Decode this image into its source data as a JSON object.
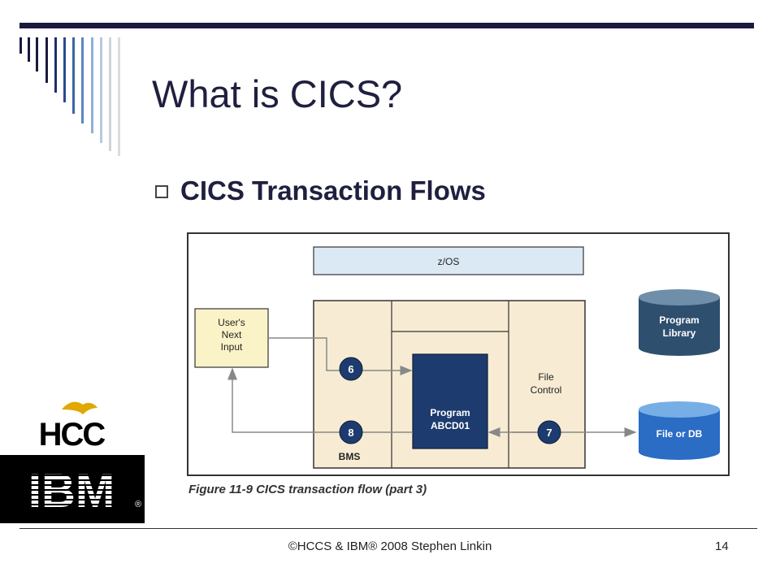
{
  "slide": {
    "title": "What is CICS?",
    "bullet": "CICS Transaction Flows",
    "footer": "©HCCS & IBM® 2008  Stephen Linkin",
    "page_number": "14"
  },
  "diagram": {
    "zos_label": "z/OS",
    "user_input": [
      "User's",
      "Next",
      "Input"
    ],
    "step_6": "6",
    "step_7": "7",
    "step_8": "8",
    "bms_label": "BMS",
    "program": [
      "Program",
      "ABCD01"
    ],
    "file_control": [
      "File",
      "Control"
    ],
    "program_library": [
      "Program",
      "Library"
    ],
    "file_or_db": "File or DB",
    "caption": "Figure 11-9   CICS transaction flow (part 3)"
  },
  "logos": {
    "hcc_text": "HCC",
    "ibm_text": "IBM",
    "ibm_mark": "®"
  },
  "colors": {
    "title": "#1f1f3f",
    "zos_bar": "#dbe9f5",
    "cics_region": "#f7ecd3",
    "user_input_box": "#fbf3c8",
    "program_box": "#1d3b6e",
    "step_circle": "#1d3b6e",
    "cylinder_dark": "#2f4f6f",
    "cylinder_blue": "#2b6cc4"
  }
}
